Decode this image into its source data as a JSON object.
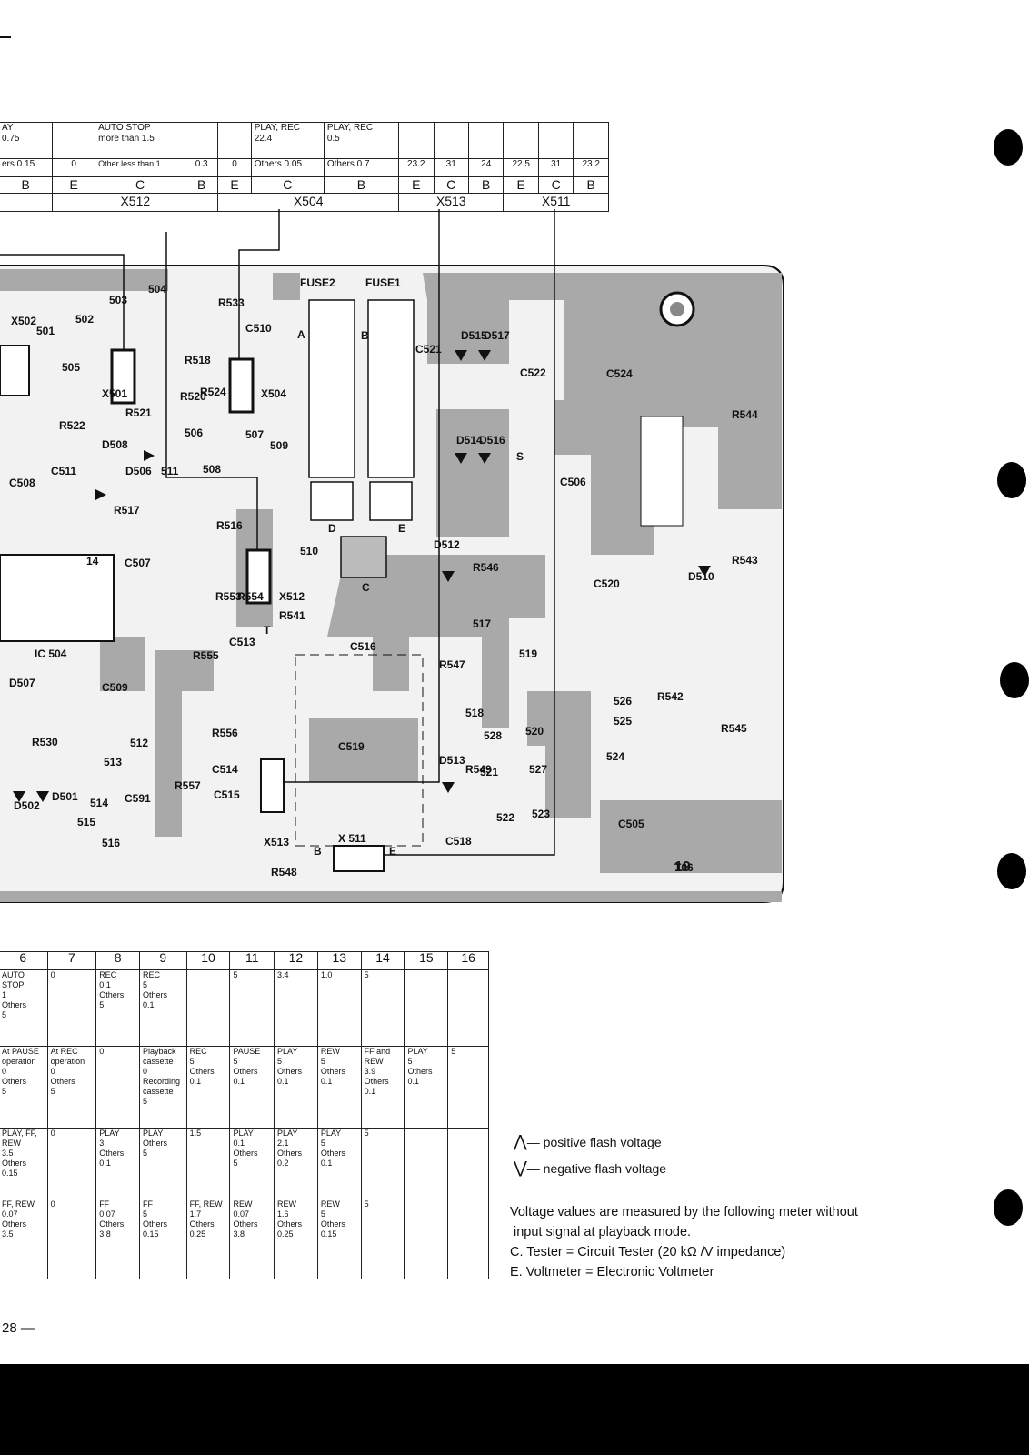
{
  "top_table": {
    "row1": [
      "AY\n0.75",
      "",
      "AUTO STOP\nmore than 1.5",
      "",
      "",
      "PLAY, REC\n22.4",
      "PLAY, REC\n0.5",
      "",
      "",
      "",
      "",
      "",
      ""
    ],
    "row2": [
      "ers 0.15",
      "0",
      "Other less than 1",
      "0.3",
      "0",
      "Others 0.05",
      "Others 0.7",
      "23.2",
      "31",
      "24",
      "22.5",
      "31",
      "23.2"
    ],
    "row3": [
      "B",
      "E",
      "C",
      "B",
      "E",
      "C",
      "B",
      "E",
      "C",
      "B",
      "E",
      "C",
      "B"
    ],
    "groups": [
      "X512",
      "X504",
      "X513",
      "X511"
    ]
  },
  "pcb": {
    "labels": [
      "FUSE2",
      "FUSE1",
      "R533",
      "C510",
      "A",
      "B",
      "C521",
      "D515",
      "D517",
      "C522",
      "C524",
      "R544",
      "X502",
      "501",
      "502",
      "503",
      "504",
      "505",
      "X501",
      "R521",
      "R520",
      "R518",
      "R524",
      "X504",
      "506",
      "507",
      "509",
      "R522",
      "D508",
      "D506",
      "511",
      "508",
      "C511",
      "C508",
      "R517",
      "R516",
      "D514",
      "D516",
      "S",
      "C506",
      "D",
      "E",
      "C",
      "510",
      "D512",
      "R546",
      "D510",
      "R543",
      "C520",
      "14",
      "C507",
      "R553",
      "R554",
      "X512",
      "R541",
      "T",
      "517",
      "IC 504",
      "R555",
      "C513",
      "C516",
      "R547",
      "519",
      "D507",
      "C509",
      "R530",
      "512",
      "R556",
      "518",
      "528",
      "520",
      "526",
      "525",
      "R542",
      "R545",
      "524",
      "513",
      "C514",
      "C519",
      "R557",
      "C515",
      "D513",
      "R549",
      "521",
      "527",
      "D502",
      "D501",
      "514",
      "C591",
      "515",
      "516",
      "X513",
      "B",
      "X 511",
      "E",
      "C518",
      "522",
      "523",
      "C505",
      "R548",
      "T06",
      "19"
    ]
  },
  "bottom_table": {
    "header": [
      "6",
      "7",
      "8",
      "9",
      "10",
      "11",
      "12",
      "13",
      "14",
      "15",
      "16"
    ],
    "rows": [
      [
        "AUTO STOP\n1\nOthers\n5",
        "0",
        "REC\n0.1\nOthers\n5",
        "REC\n5\nOthers\n0.1",
        "",
        "5",
        "3.4",
        "1.0",
        "5",
        "",
        ""
      ],
      [
        "At PAUSE operation\n0\nOthers\n5",
        "At REC operation\n0\nOthers\n5",
        "0",
        "Playback cassette\n0\nRecording cassette\n5",
        "REC\n5\nOthers\n0.1",
        "PAUSE\n5\nOthers\n0.1",
        "PLAY\n5\nOthers\n0.1",
        "REW\n5\nOthers\n0.1",
        "FF and REW\n3.9\nOthers\n0.1",
        "PLAY\n5\nOthers\n0.1",
        "5"
      ],
      [
        "PLAY, FF, REW\n3.5\nOthers\n0.15",
        "0",
        "PLAY\n3\nOthers\n0.1",
        "PLAY\nOthers\n5",
        "1.5",
        "PLAY\n0.1\nOthers\n5",
        "PLAY\n2.1\nOthers\n0.2",
        "PLAY\n5\nOthers\n0.1",
        "5",
        "",
        ""
      ],
      [
        "FF, REW\n0.07\nOthers\n3.5",
        "0",
        "FF\n0.07\nOthers\n3.8",
        "FF\n5\nOthers\n0.15",
        "FF, REW\n1.7\nOthers\n0.25",
        "REW\n0.07\nOthers\n3.8",
        "REW\n1.6\nOthers\n0.25",
        "REW\n5\nOthers\n0.15",
        "5",
        "",
        ""
      ]
    ]
  },
  "legend": {
    "positive": "— positive flash voltage",
    "negative": "— negative flash voltage"
  },
  "notes": [
    "Voltage values are measured by the following meter without",
    "input signal at playback mode.",
    "C. Tester = Circuit Tester (20 kΩ /V impedance)",
    "E. Voltmeter = Electronic Voltmeter"
  ],
  "page_number": "28 —"
}
